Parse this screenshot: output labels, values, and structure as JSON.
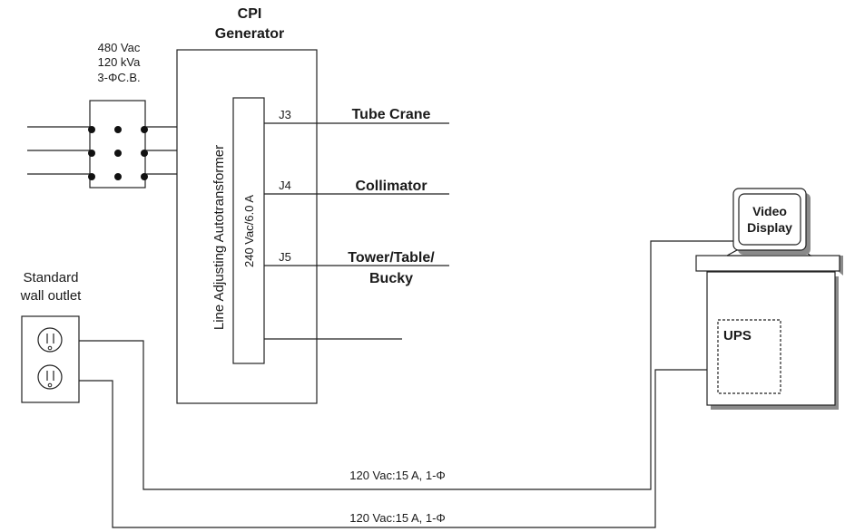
{
  "generator": {
    "title_line1": "CPI",
    "title_line2": "Generator",
    "transformer_label": "Line Adjusting Autotransformer",
    "rating_label": "240 Vac/6.0 A",
    "jacks": [
      "J3",
      "J4",
      "J5"
    ]
  },
  "breaker": {
    "line1": "480 Vac",
    "line2": "120 kVa",
    "line3": "3-ΦC.B."
  },
  "outputs": {
    "tube_crane": "Tube Crane",
    "collimator": "Collimator",
    "tower_line1": "Tower/Table/",
    "tower_line2": "Bucky"
  },
  "outlet": {
    "line1": "Standard",
    "line2": "wall outlet"
  },
  "display": {
    "line1": "Video",
    "line2": "Display"
  },
  "ups_label": "UPS",
  "cables": {
    "upper": "120 Vac:15 A, 1-Φ",
    "lower": "120 Vac:15 A, 1-Φ"
  }
}
